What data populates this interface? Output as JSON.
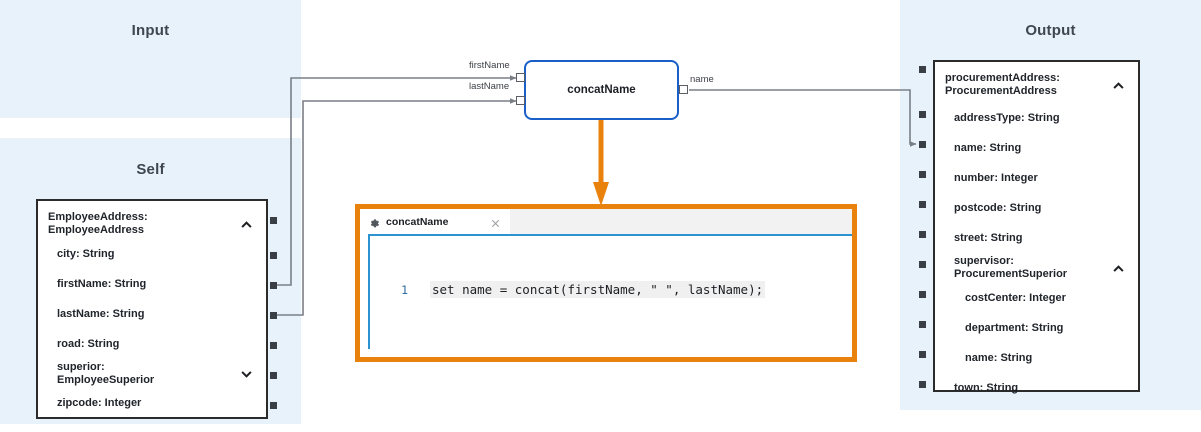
{
  "panes": {
    "input": {
      "title": "Input"
    },
    "self": {
      "title": "Self"
    },
    "output": {
      "title": "Output"
    }
  },
  "colors": {
    "pane_background": "#e8f2fa",
    "node_border": "#1a5fc8",
    "editor_border": "#e8820c",
    "arrow": "#e8820c",
    "wire": "#7a7f86",
    "line_number": "#2b6ca3",
    "editor_accent": "#2b93d1"
  },
  "self_structure": {
    "header": {
      "label": "EmployeeAddress:\nEmployeeAddress",
      "chevron": "chevron-up-icon",
      "expanded": true
    },
    "fields": [
      {
        "label": "city: String",
        "indent": 1
      },
      {
        "label": "firstName: String",
        "indent": 1
      },
      {
        "label": "lastName: String",
        "indent": 1
      },
      {
        "label": "road: String",
        "indent": 1
      },
      {
        "label": "superior:\nEmployeeSuperior",
        "indent": 1,
        "chevron": "chevron-down-icon",
        "expanded": false
      },
      {
        "label": "zipcode: Integer",
        "indent": 1
      }
    ]
  },
  "output_structure": {
    "header": {
      "label": "procurementAddress:\nProcurementAddress",
      "chevron": "chevron-up-icon",
      "expanded": true
    },
    "fields": [
      {
        "label": "addressType: String",
        "indent": 1
      },
      {
        "label": "name: String",
        "indent": 1
      },
      {
        "label": "number: Integer",
        "indent": 1
      },
      {
        "label": "postcode: String",
        "indent": 1
      },
      {
        "label": "street: String",
        "indent": 1
      },
      {
        "label": "supervisor:\nProcurementSuperior",
        "indent": 1,
        "chevron": "chevron-up-icon",
        "expanded": true
      },
      {
        "label": "costCenter: Integer",
        "indent": 2
      },
      {
        "label": "department: String",
        "indent": 2
      },
      {
        "label": "name: String",
        "indent": 2
      },
      {
        "label": "town: String",
        "indent": 1
      }
    ]
  },
  "function_node": {
    "title": "concatName",
    "inputs": [
      {
        "label": "firstName"
      },
      {
        "label": "lastName"
      }
    ],
    "outputs": [
      {
        "label": "name"
      }
    ]
  },
  "editor": {
    "tab_label": "concatName",
    "gear_icon": "gear-icon",
    "close_icon": "close-icon",
    "lines": [
      {
        "number": "1",
        "code": "set name = concat(firstName, \" \", lastName);"
      }
    ]
  }
}
